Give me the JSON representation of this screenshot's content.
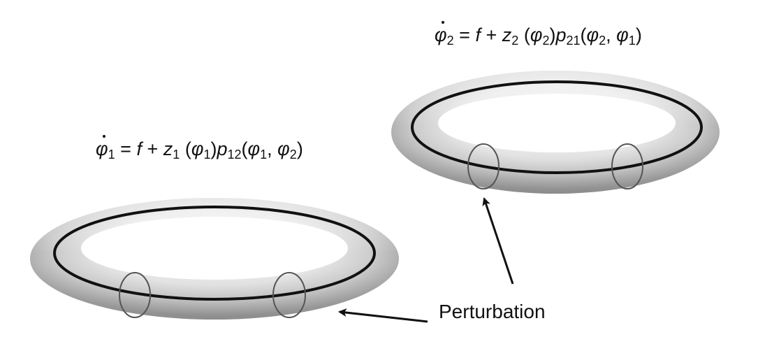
{
  "equations": {
    "eq1": {
      "lhs_symbol": "φ",
      "lhs_sub": "1",
      "rhs_f": "f",
      "rhs_z": "z",
      "rhs_z_sub": "1",
      "rhs_z_arg_symbol": "φ",
      "rhs_z_arg_sub": "1",
      "rhs_p": "p",
      "rhs_p_sub": "12",
      "rhs_p_arg_a": "φ",
      "rhs_p_arg_a_sub": "1",
      "rhs_p_arg_b": "φ",
      "rhs_p_arg_b_sub": "2"
    },
    "eq2": {
      "lhs_symbol": "φ",
      "lhs_sub": "2",
      "rhs_f": "f",
      "rhs_z": "z",
      "rhs_z_sub": "2",
      "rhs_z_arg_symbol": "φ",
      "rhs_z_arg_sub": "2",
      "rhs_p": "p",
      "rhs_p_sub": "21",
      "rhs_p_arg_a": "φ",
      "rhs_p_arg_a_sub": "2",
      "rhs_p_arg_b": "φ",
      "rhs_p_arg_b_sub": "1"
    }
  },
  "annotation": {
    "label": "Perturbation"
  },
  "colors": {
    "torus_light": "#fafafa",
    "torus_dark": "#9a9a9a",
    "limit_cycle": "#111111",
    "section_ring": "#555555",
    "arrow": "#111111"
  }
}
